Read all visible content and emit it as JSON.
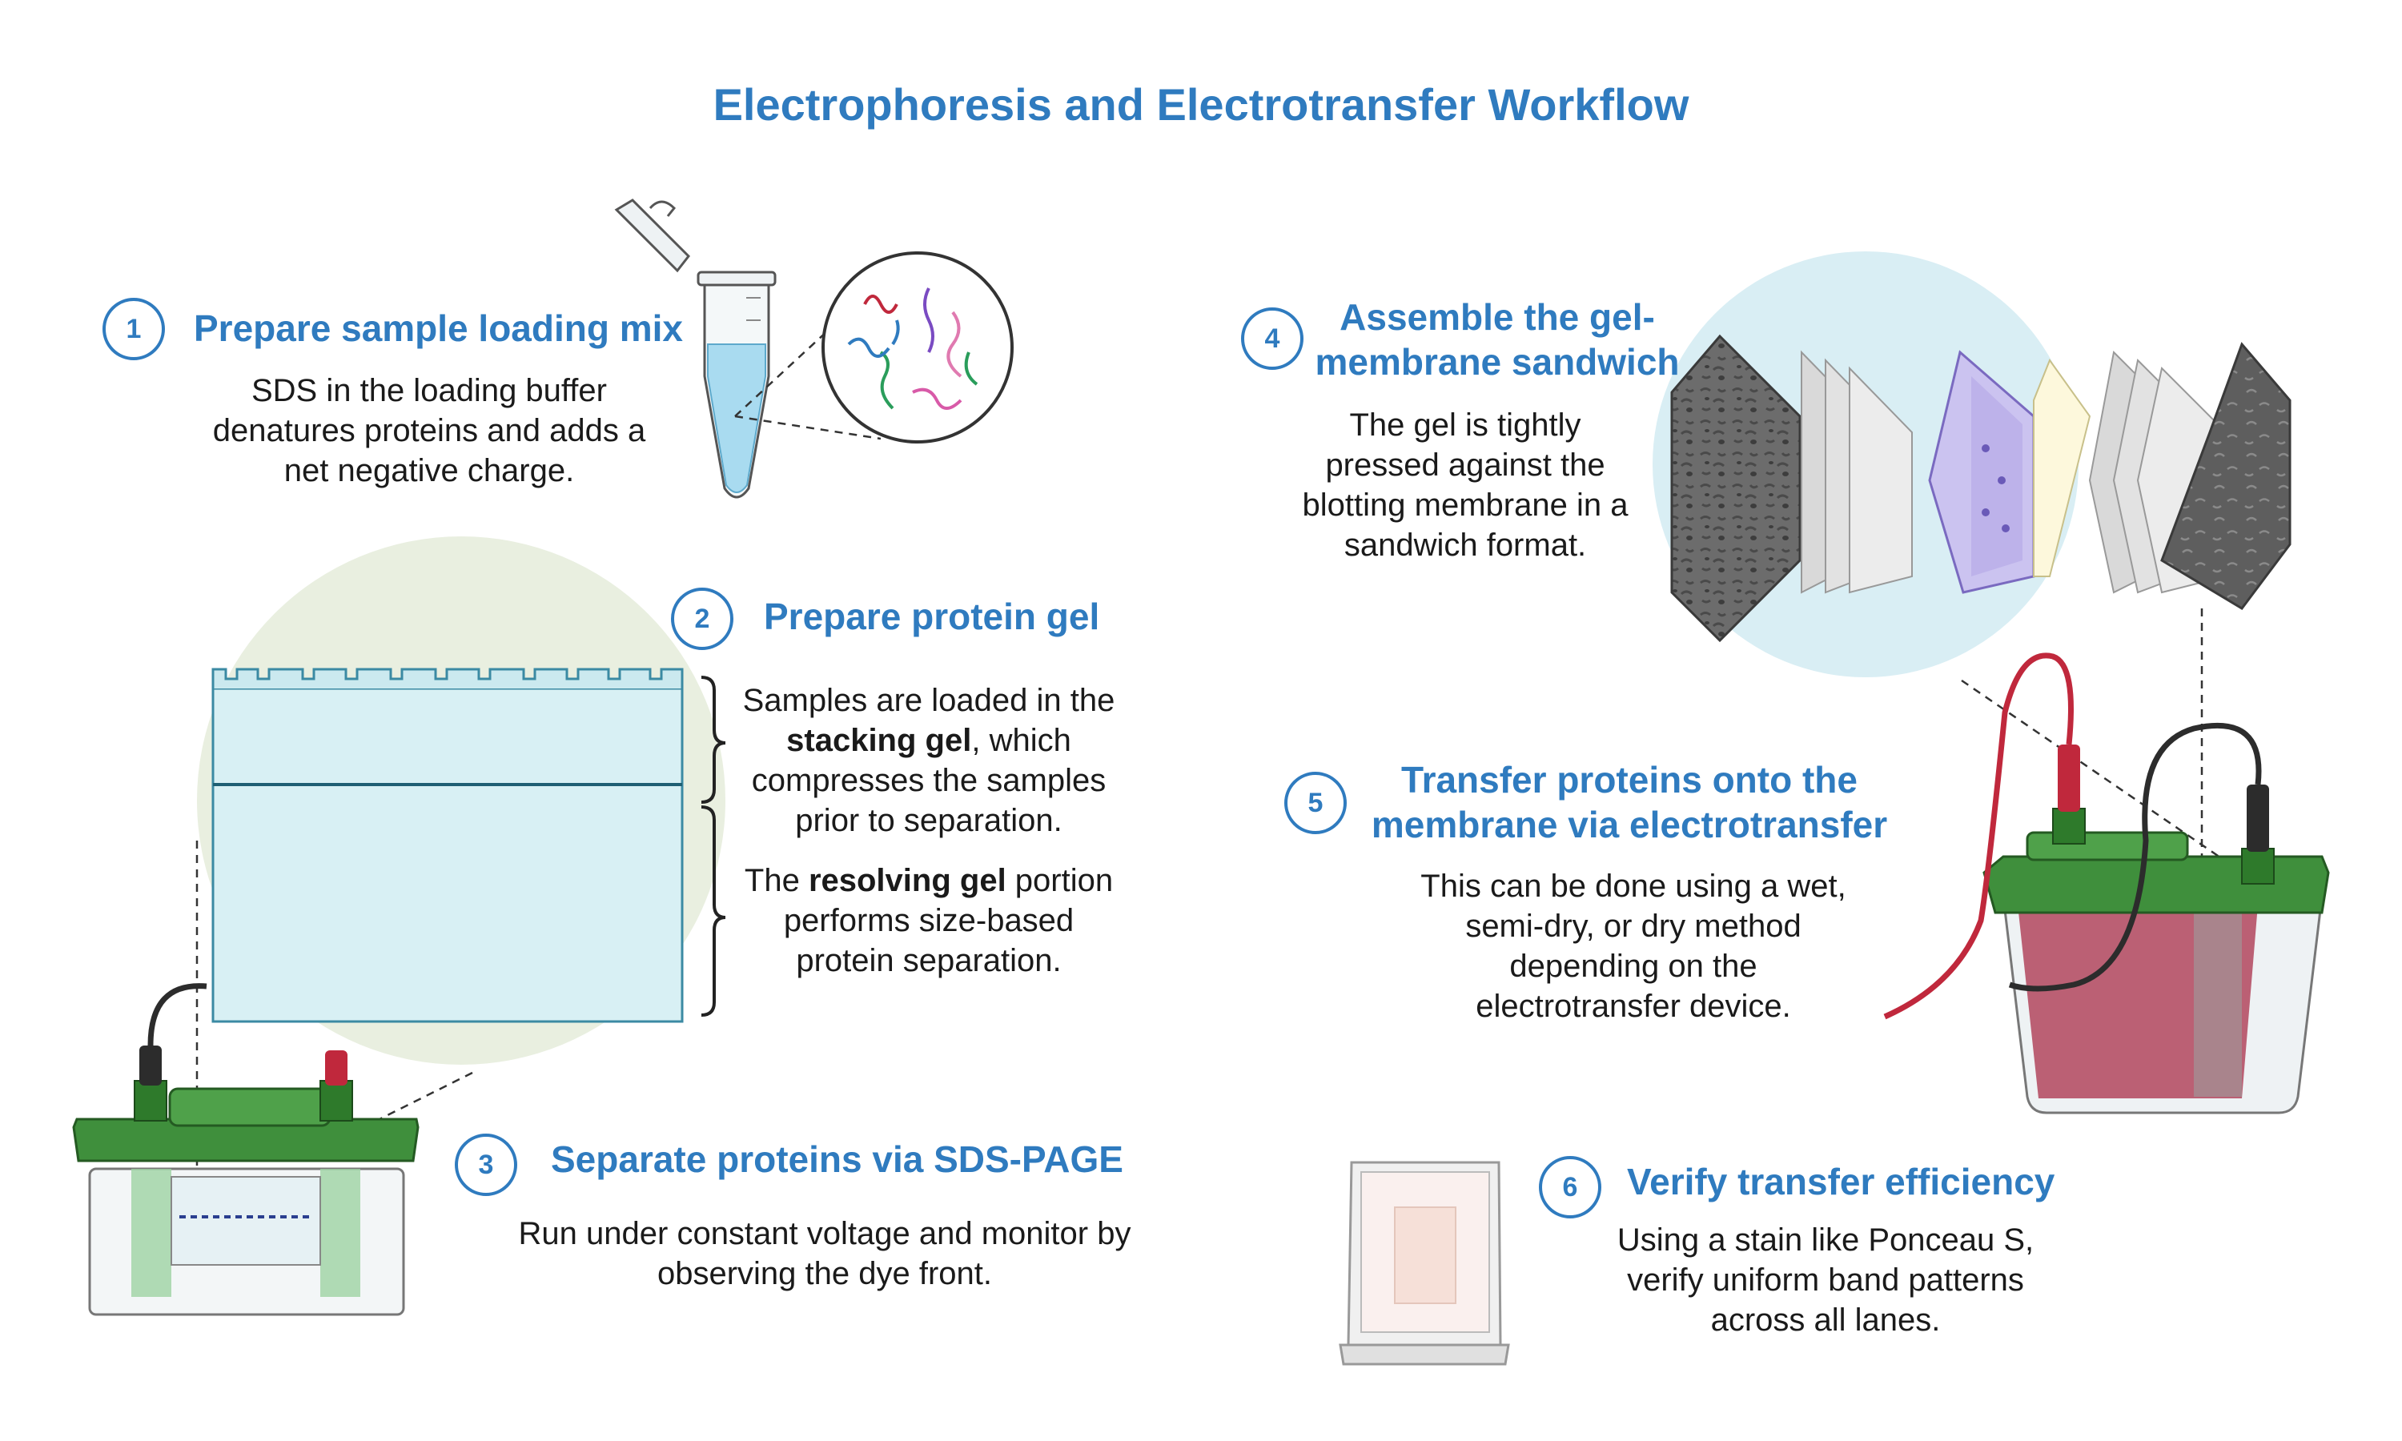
{
  "title": "Electrophoresis and Electrotransfer Workflow",
  "steps": [
    {
      "num": "1",
      "heading": "Prepare sample loading mix",
      "text": "SDS in the loading buffer denatures proteins and adds a net negative charge."
    },
    {
      "num": "2",
      "heading": "Prepare protein gel",
      "p1_a": "Samples are loaded in the ",
      "p1_bold": "stacking gel",
      "p1_b": ", which compresses the samples prior to separation.",
      "p2_a": "The ",
      "p2_bold": "resolving gel",
      "p2_b": " portion performs size-based protein separation."
    },
    {
      "num": "3",
      "heading": "Separate proteins via SDS-PAGE",
      "text": "Run under constant voltage and monitor by observing the dye front."
    },
    {
      "num": "4",
      "heading_1": "Assemble the gel-",
      "heading_2": "membrane sandwich",
      "text": "The gel is tightly pressed against the blotting membrane in a sandwich format."
    },
    {
      "num": "5",
      "heading_1": "Transfer proteins onto the",
      "heading_2": "membrane via electrotransfer",
      "text": "This can be done using a wet, semi-dry, or dry method depending on the electrotransfer device."
    },
    {
      "num": "6",
      "heading": "Verify transfer efficiency",
      "text": "Using a stain like Ponceau S, verify uniform band patterns across all lanes."
    }
  ],
  "colors": {
    "accent": "#2f7bbf",
    "gel": "#d8f0f4",
    "tank_lid": "#3f8f3c",
    "red_lead": "#c0283c",
    "black_lead": "#2c2c2c"
  },
  "icons": [
    "microtube-icon",
    "protein-magnifier-icon",
    "gel-icon",
    "electrophoresis-tank-icon",
    "sponge-icon",
    "transfer-tank-icon",
    "staining-tray-icon"
  ]
}
